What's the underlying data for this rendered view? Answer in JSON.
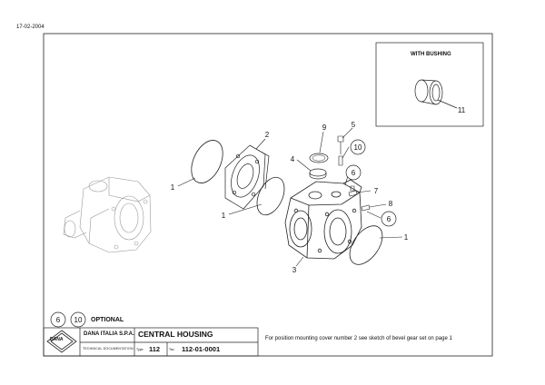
{
  "sheet": {
    "date": "17-02-2004",
    "inset_title": "WITH BUSHING",
    "optional_label": "OPTIONAL",
    "note": "For position mounting cover number 2 see sketch of bevel gear set on page 1"
  },
  "callouts": [
    "1",
    "2",
    "1",
    "9",
    "5",
    "10",
    "4",
    "6",
    "7",
    "8",
    "6",
    "3",
    "1",
    "11"
  ],
  "legend_circles": [
    "6",
    "10"
  ],
  "title_block": {
    "company": "DANA ITALIA S.P.A.",
    "title": "CENTRAL HOUSING",
    "techdoc": "TECHNICAL DOCUMENTATION",
    "type_caption": "Type",
    "type_value": "112",
    "tav_caption": "Tav.",
    "tav_value": "112-01-0001",
    "logo": "DANA"
  }
}
